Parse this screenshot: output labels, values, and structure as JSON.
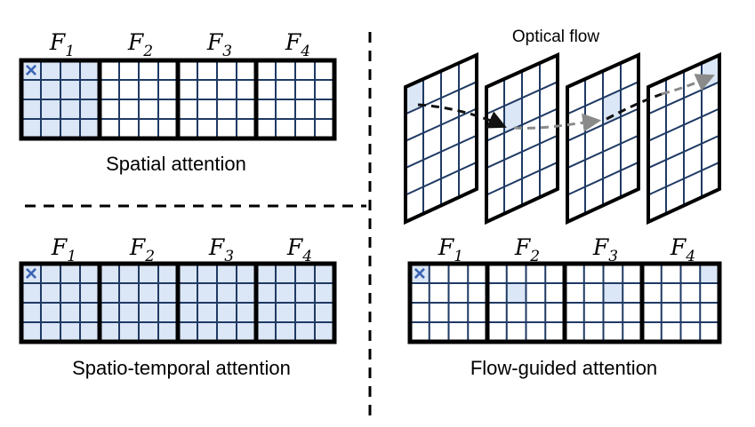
{
  "colors": {
    "grid_line": "#1f3a64",
    "highlight": "#dbe6f6",
    "marker": "#3a64b4",
    "arrow_dark": "#111111",
    "arrow_gray": "#8a8a8a"
  },
  "frame_prefix": "F",
  "spatial": {
    "caption": "Spatial attention",
    "frames": [
      "1",
      "2",
      "3",
      "4"
    ],
    "query_marker": "×"
  },
  "spatiotemporal": {
    "caption": "Spatio-temporal attention",
    "frames": [
      "1",
      "2",
      "3",
      "4"
    ],
    "query_marker": "×"
  },
  "flow": {
    "title": "Optical flow",
    "caption": "Flow-guided attention",
    "frames": [
      "1",
      "2",
      "3",
      "4"
    ],
    "query_marker": "×"
  }
}
